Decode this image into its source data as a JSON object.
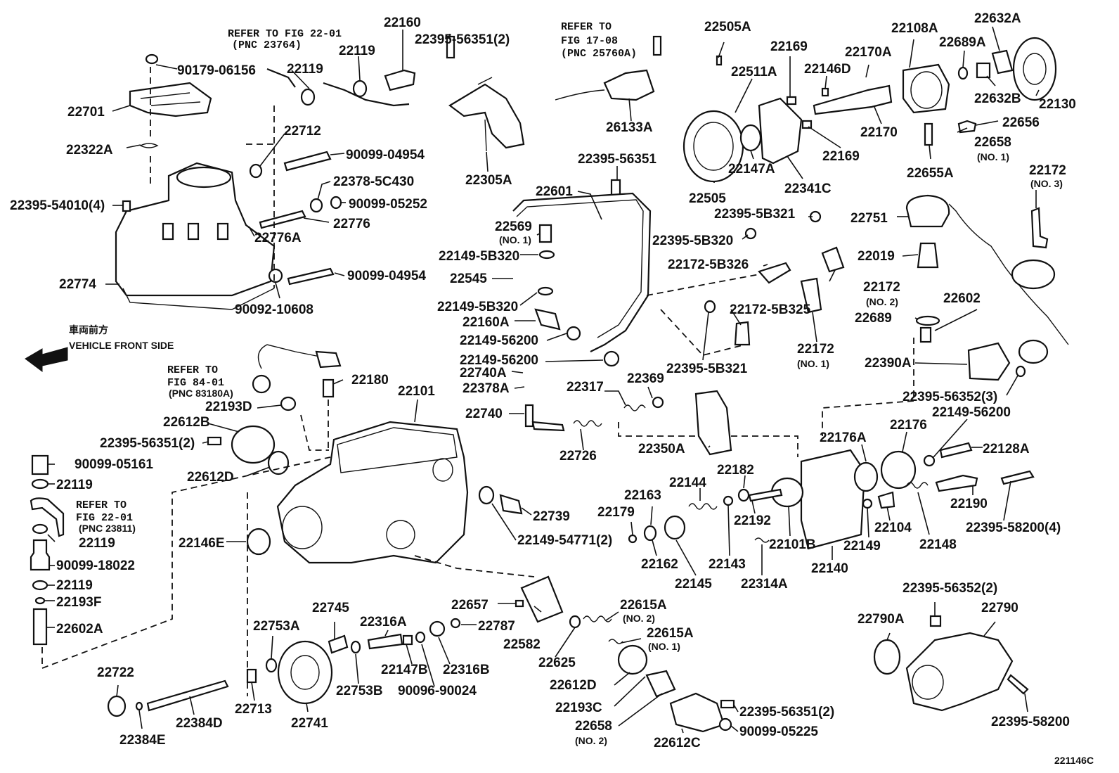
{
  "labels": {
    "p90179_06156": "90179-06156",
    "p22701": "22701",
    "p22322A": "22322A",
    "p22395_54010_4": "22395-54010(4)",
    "p22774": "22774",
    "ref_22_01a": "REFER TO FIG 22-01",
    "ref_22_01a_pnc": "(PNC 23764)",
    "p22119a": "22119",
    "p22119b": "22119",
    "p22160": "22160",
    "p22395_56351_2a": "22395-56351(2)",
    "p22712": "22712",
    "p90099_04954a": "90099-04954",
    "p22378_5C430": "22378-5C430",
    "p90099_05252": "90099-05252",
    "p22776": "22776",
    "p22776A": "22776A",
    "p90099_04954b": "90099-04954",
    "p90092_10608": "90092-10608",
    "p22305A": "22305A",
    "ref_17_08_a": "REFER TO",
    "ref_17_08_b": "FIG 17-08",
    "ref_17_08_pnc": "(PNC 25760A)",
    "p26133A": "26133A",
    "p22395_56351": "22395-56351",
    "p22601": "22601",
    "p22569": "22569",
    "p22569_no": "(NO. 1)",
    "p22149_5B320a": "22149-5B320",
    "p22545": "22545",
    "p22149_5B320b": "22149-5B320",
    "p22160A": "22160A",
    "p22149_56200a": "22149-56200",
    "p22149_56200b": "22149-56200",
    "p22740A": "22740A",
    "p22378A": "22378A",
    "p22740": "22740",
    "p22317": "22317",
    "p22369": "22369",
    "p22726": "22726",
    "p22505A": "22505A",
    "p22511A": "22511A",
    "p22169a": "22169",
    "p22146D": "22146D",
    "p22170A": "22170A",
    "p22108A": "22108A",
    "p22689A": "22689A",
    "p22632A": "22632A",
    "p22632B": "22632B",
    "p22130": "22130",
    "p22656": "22656",
    "p22658_no1": "22658",
    "p22658_no1_sub": "(NO. 1)",
    "p22655A": "22655A",
    "p22172_no3": "22172",
    "p22172_no3_sub": "(NO. 3)",
    "p22170": "22170",
    "p22169b": "22169",
    "p22147A": "22147A",
    "p22341C": "22341C",
    "p22505": "22505",
    "p22395_5B321a": "22395-5B321",
    "p22395_5B320": "22395-5B320",
    "p22172_5B326": "22172-5B326",
    "p22172_no2": "22172",
    "p22172_no2_sub": "(NO. 2)",
    "p22172_5B325": "22172-5B325",
    "p22172_no1": "22172",
    "p22172_no1_sub": "(NO. 1)",
    "p22395_5B321b": "22395-5B321",
    "p22751": "22751",
    "p22019": "22019",
    "p22602": "22602",
    "p22689": "22689",
    "p22390A": "22390A",
    "p22395_56352_3": "22395-56352(3)",
    "p22149_56200c": "22149-56200",
    "p22128A": "22128A",
    "p22350A": "22350A",
    "p22176A": "22176A",
    "p22176": "22176",
    "p22190": "22190",
    "p22395_58200_4": "22395-58200(4)",
    "p22182": "22182",
    "p22144": "22144",
    "p22163": "22163",
    "p22179": "22179",
    "p22192": "22192",
    "p22101B": "22101B",
    "p22140": "22140",
    "p22149": "22149",
    "p22104": "22104",
    "p22148": "22148",
    "p22162": "22162",
    "p22143": "22143",
    "p22145": "22145",
    "p22314A": "22314A",
    "jp_front": "車両前方",
    "vehicle_front": "VEHICLE FRONT SIDE",
    "ref_84_01a": "REFER TO",
    "ref_84_01b": "FIG 84-01",
    "ref_84_01_pnc": "(PNC 83180A)",
    "p22193D": "22193D",
    "p22180": "22180",
    "p22101": "22101",
    "p22612B": "22612B",
    "p22395_56351_2b": "22395-56351(2)",
    "p22612D_a": "22612D",
    "p90099_05161": "90099-05161",
    "p22119c": "22119",
    "ref_22_01b_a": "REFER TO",
    "ref_22_01b_b": "FIG 22-01",
    "ref_22_01b_pnc": "(PNC 23811)",
    "p22119d": "22119",
    "p90099_18022": "90099-18022",
    "p22119e": "22119",
    "p22193F": "22193F",
    "p22602A": "22602A",
    "p22146E": "22146E",
    "p22739": "22739",
    "p22149_54771_2": "22149-54771(2)",
    "p22657": "22657",
    "p22615A_no2": "22615A",
    "p22615A_no2_sub": "(NO. 2)",
    "p22615A_no1": "22615A",
    "p22615A_no1_sub": "(NO. 1)",
    "p22745": "22745",
    "p22316A": "22316A",
    "p22787": "22787",
    "p22753A": "22753A",
    "p22582": "22582",
    "p22625": "22625",
    "p22147B": "22147B",
    "p22316B": "22316B",
    "p22612D_b": "22612D",
    "p22722": "22722",
    "p22713": "22713",
    "p22753B": "22753B",
    "p90096_90024": "90096-90024",
    "p22193C": "22193C",
    "p22395_56351_2c": "22395-56351(2)",
    "p22658_no2": "22658",
    "p22658_no2_sub": "(NO. 2)",
    "p90099_05225": "90099-05225",
    "p22384D": "22384D",
    "p22741": "22741",
    "p22612C": "22612C",
    "p22384E": "22384E",
    "p22395_56352_2": "22395-56352(2)",
    "p22790A": "22790A",
    "p22790": "22790",
    "p22395_58200": "22395-58200",
    "fig_code": "221146C"
  }
}
